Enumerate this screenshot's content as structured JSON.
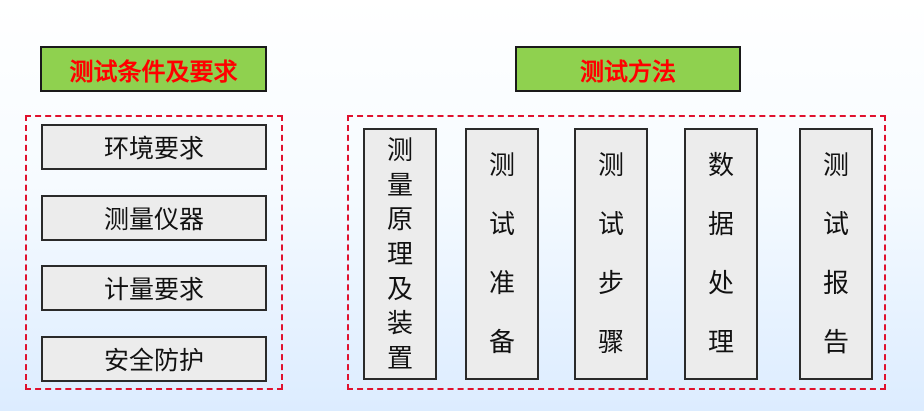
{
  "left": {
    "title": "测试条件及要求",
    "items": [
      "环境要求",
      "测量仪器",
      "计量要求",
      "安全防护"
    ]
  },
  "right": {
    "title": "测试方法",
    "columns": [
      {
        "chars": [
          "测",
          "量",
          "原",
          "理",
          "及",
          "装",
          "置"
        ]
      },
      {
        "chars": [
          "测",
          "试",
          "准",
          "备"
        ]
      },
      {
        "chars": [
          "测",
          "试",
          "步",
          "骤"
        ]
      },
      {
        "chars": [
          "数",
          "据",
          "处",
          "理"
        ]
      },
      {
        "chars": [
          "测",
          "试",
          "报",
          "告"
        ]
      }
    ]
  },
  "colors": {
    "header_fill": "#8fd14f",
    "header_text": "#ff0000",
    "dashed_border": "#e0112e",
    "box_fill": "#ececec"
  }
}
